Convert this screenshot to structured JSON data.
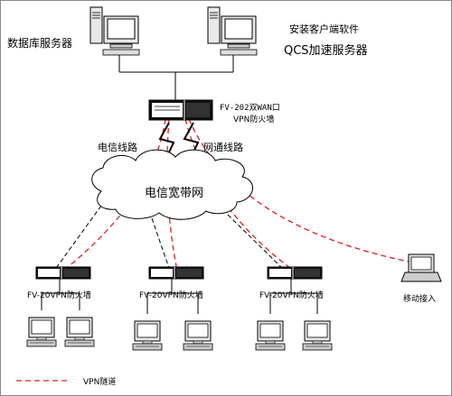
{
  "labels": {
    "db_server": "数据库服务器",
    "client_software": "安装客户端软件",
    "qcs_server": "QCS加速服务器",
    "main_fw_line1": "FV-202双WAN口",
    "main_fw_line2": "VPN防火墙",
    "telecom_line": "电信线路",
    "netcom_line": "网通线路",
    "cloud": "电信宽带网",
    "branch_fw": "FV-20VPN防火墙",
    "mobile": "移动接入",
    "legend": "VPN隧道"
  },
  "colors": {
    "tunnel": "#e02020",
    "line": "#000000"
  }
}
